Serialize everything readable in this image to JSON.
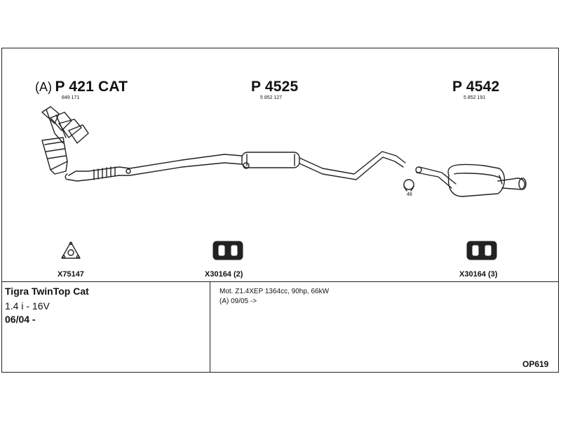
{
  "parts": [
    {
      "prefix": "(A)",
      "title": "P 421 CAT",
      "number": "849 171"
    },
    {
      "prefix": "",
      "title": "P 4525",
      "number": "5 852 127"
    },
    {
      "prefix": "",
      "title": "P 4542",
      "number": "5 852 191"
    }
  ],
  "small_parts": [
    {
      "label": "X75147",
      "icon": "gasket-icon"
    },
    {
      "label": "X30164 (2)",
      "icon": "rubber-hanger-icon"
    },
    {
      "label": "X30164 (3)",
      "icon": "rubber-hanger-icon"
    },
    {
      "label": "48",
      "icon": "clamp-icon"
    }
  ],
  "vehicle": {
    "model": "Tigra TwinTop Cat",
    "engine": "1.4 i - 16V",
    "date": "06/04 -"
  },
  "notes": {
    "motor": "Mot. Z1.4XEP 1364cc, 90hp, 66kW",
    "variant": "(A) 09/05 ->"
  },
  "diagram_code": "OP619"
}
